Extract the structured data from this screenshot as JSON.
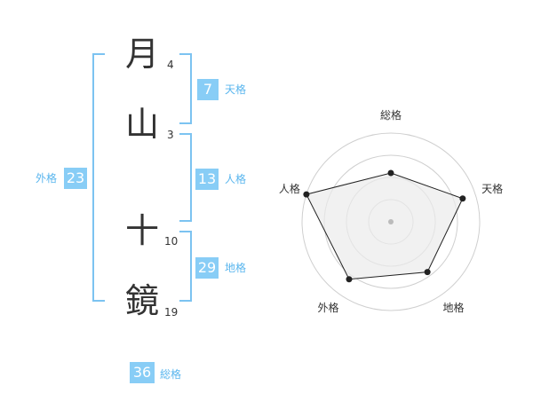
{
  "name_chars": [
    {
      "char": "月",
      "strokes": "4"
    },
    {
      "char": "山",
      "strokes": "3"
    },
    {
      "char": "十",
      "strokes": "10"
    },
    {
      "char": "鏡",
      "strokes": "19"
    }
  ],
  "kaku": {
    "tenkaku": {
      "value": "7",
      "label": "天格"
    },
    "jinkaku": {
      "value": "13",
      "label": "人格"
    },
    "chikaku": {
      "value": "29",
      "label": "地格"
    },
    "gaikaku": {
      "value": "23",
      "label": "外格"
    },
    "soukaku": {
      "value": "36",
      "label": "総格"
    }
  },
  "chart_data": {
    "type": "radar",
    "axes": [
      "総格",
      "天格",
      "地格",
      "外格",
      "人格"
    ],
    "values": [
      0.55,
      0.85,
      0.7,
      0.8,
      1.0
    ],
    "max": 1,
    "grid_rings": 4,
    "colors": {
      "fill": "#ebebeb",
      "stroke": "#222222",
      "grid": "#cfcfcf",
      "center": "#bbbbbb"
    }
  },
  "colors": {
    "accent": "#88cdf6",
    "bracket": "#7cc3f1",
    "label": "#5ab6ee"
  }
}
